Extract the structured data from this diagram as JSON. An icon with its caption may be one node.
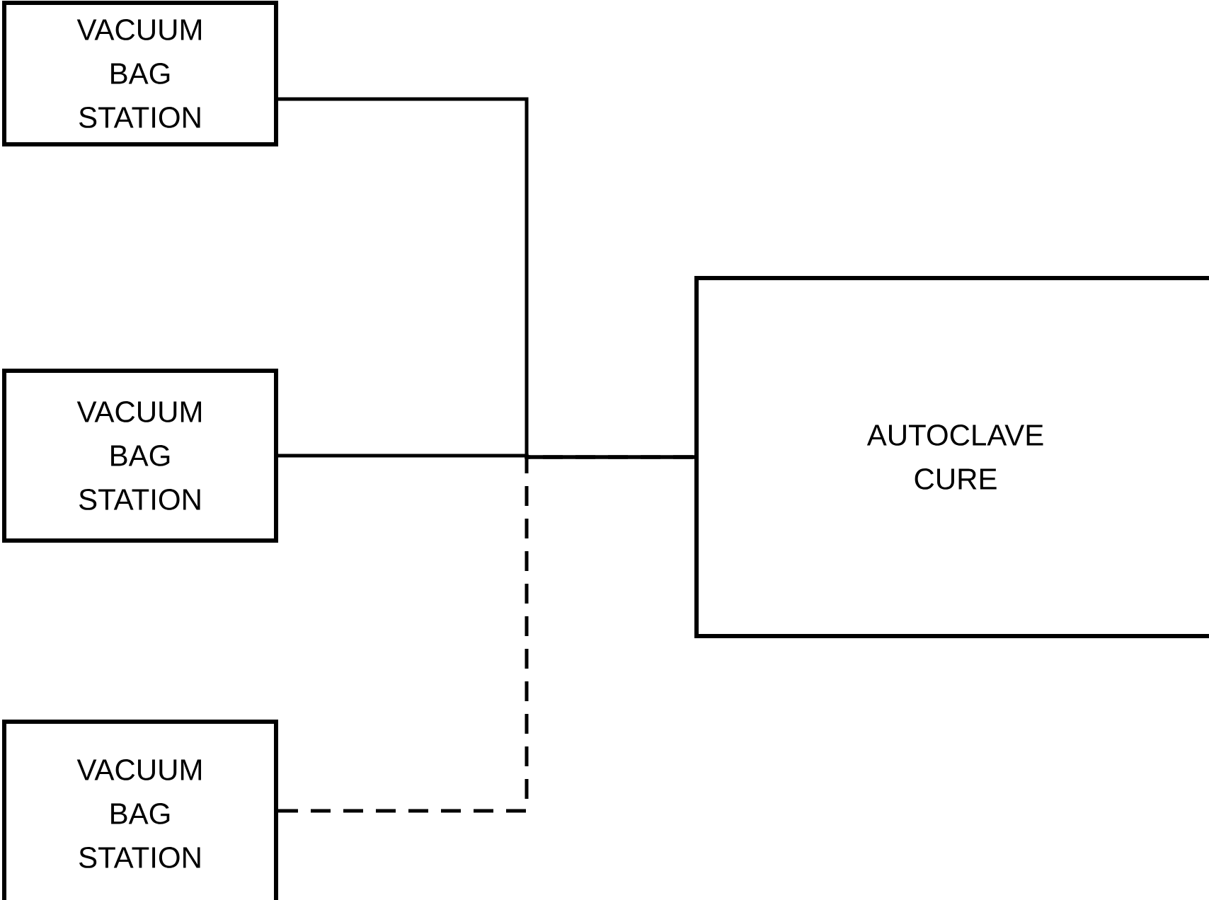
{
  "diagram": {
    "nodes": [
      {
        "text": [
          "VACUUM BAG STATION"
        ]
      },
      {
        "text": [
          "VACUUM BAG STATION"
        ]
      },
      {
        "text": [
          "VACUUM BAG STATION"
        ]
      },
      {
        "text": [
          "AUTOCLAVE CURE"
        ]
      }
    ],
    "edges": [
      {
        "from": 0,
        "to": 3,
        "arrow": "none"
      },
      {
        "from": 1,
        "to": 3,
        "arrow": "none"
      },
      {
        "from": 2,
        "to": 3,
        "arrow": "none",
        "style": "dashed"
      }
    ]
  }
}
